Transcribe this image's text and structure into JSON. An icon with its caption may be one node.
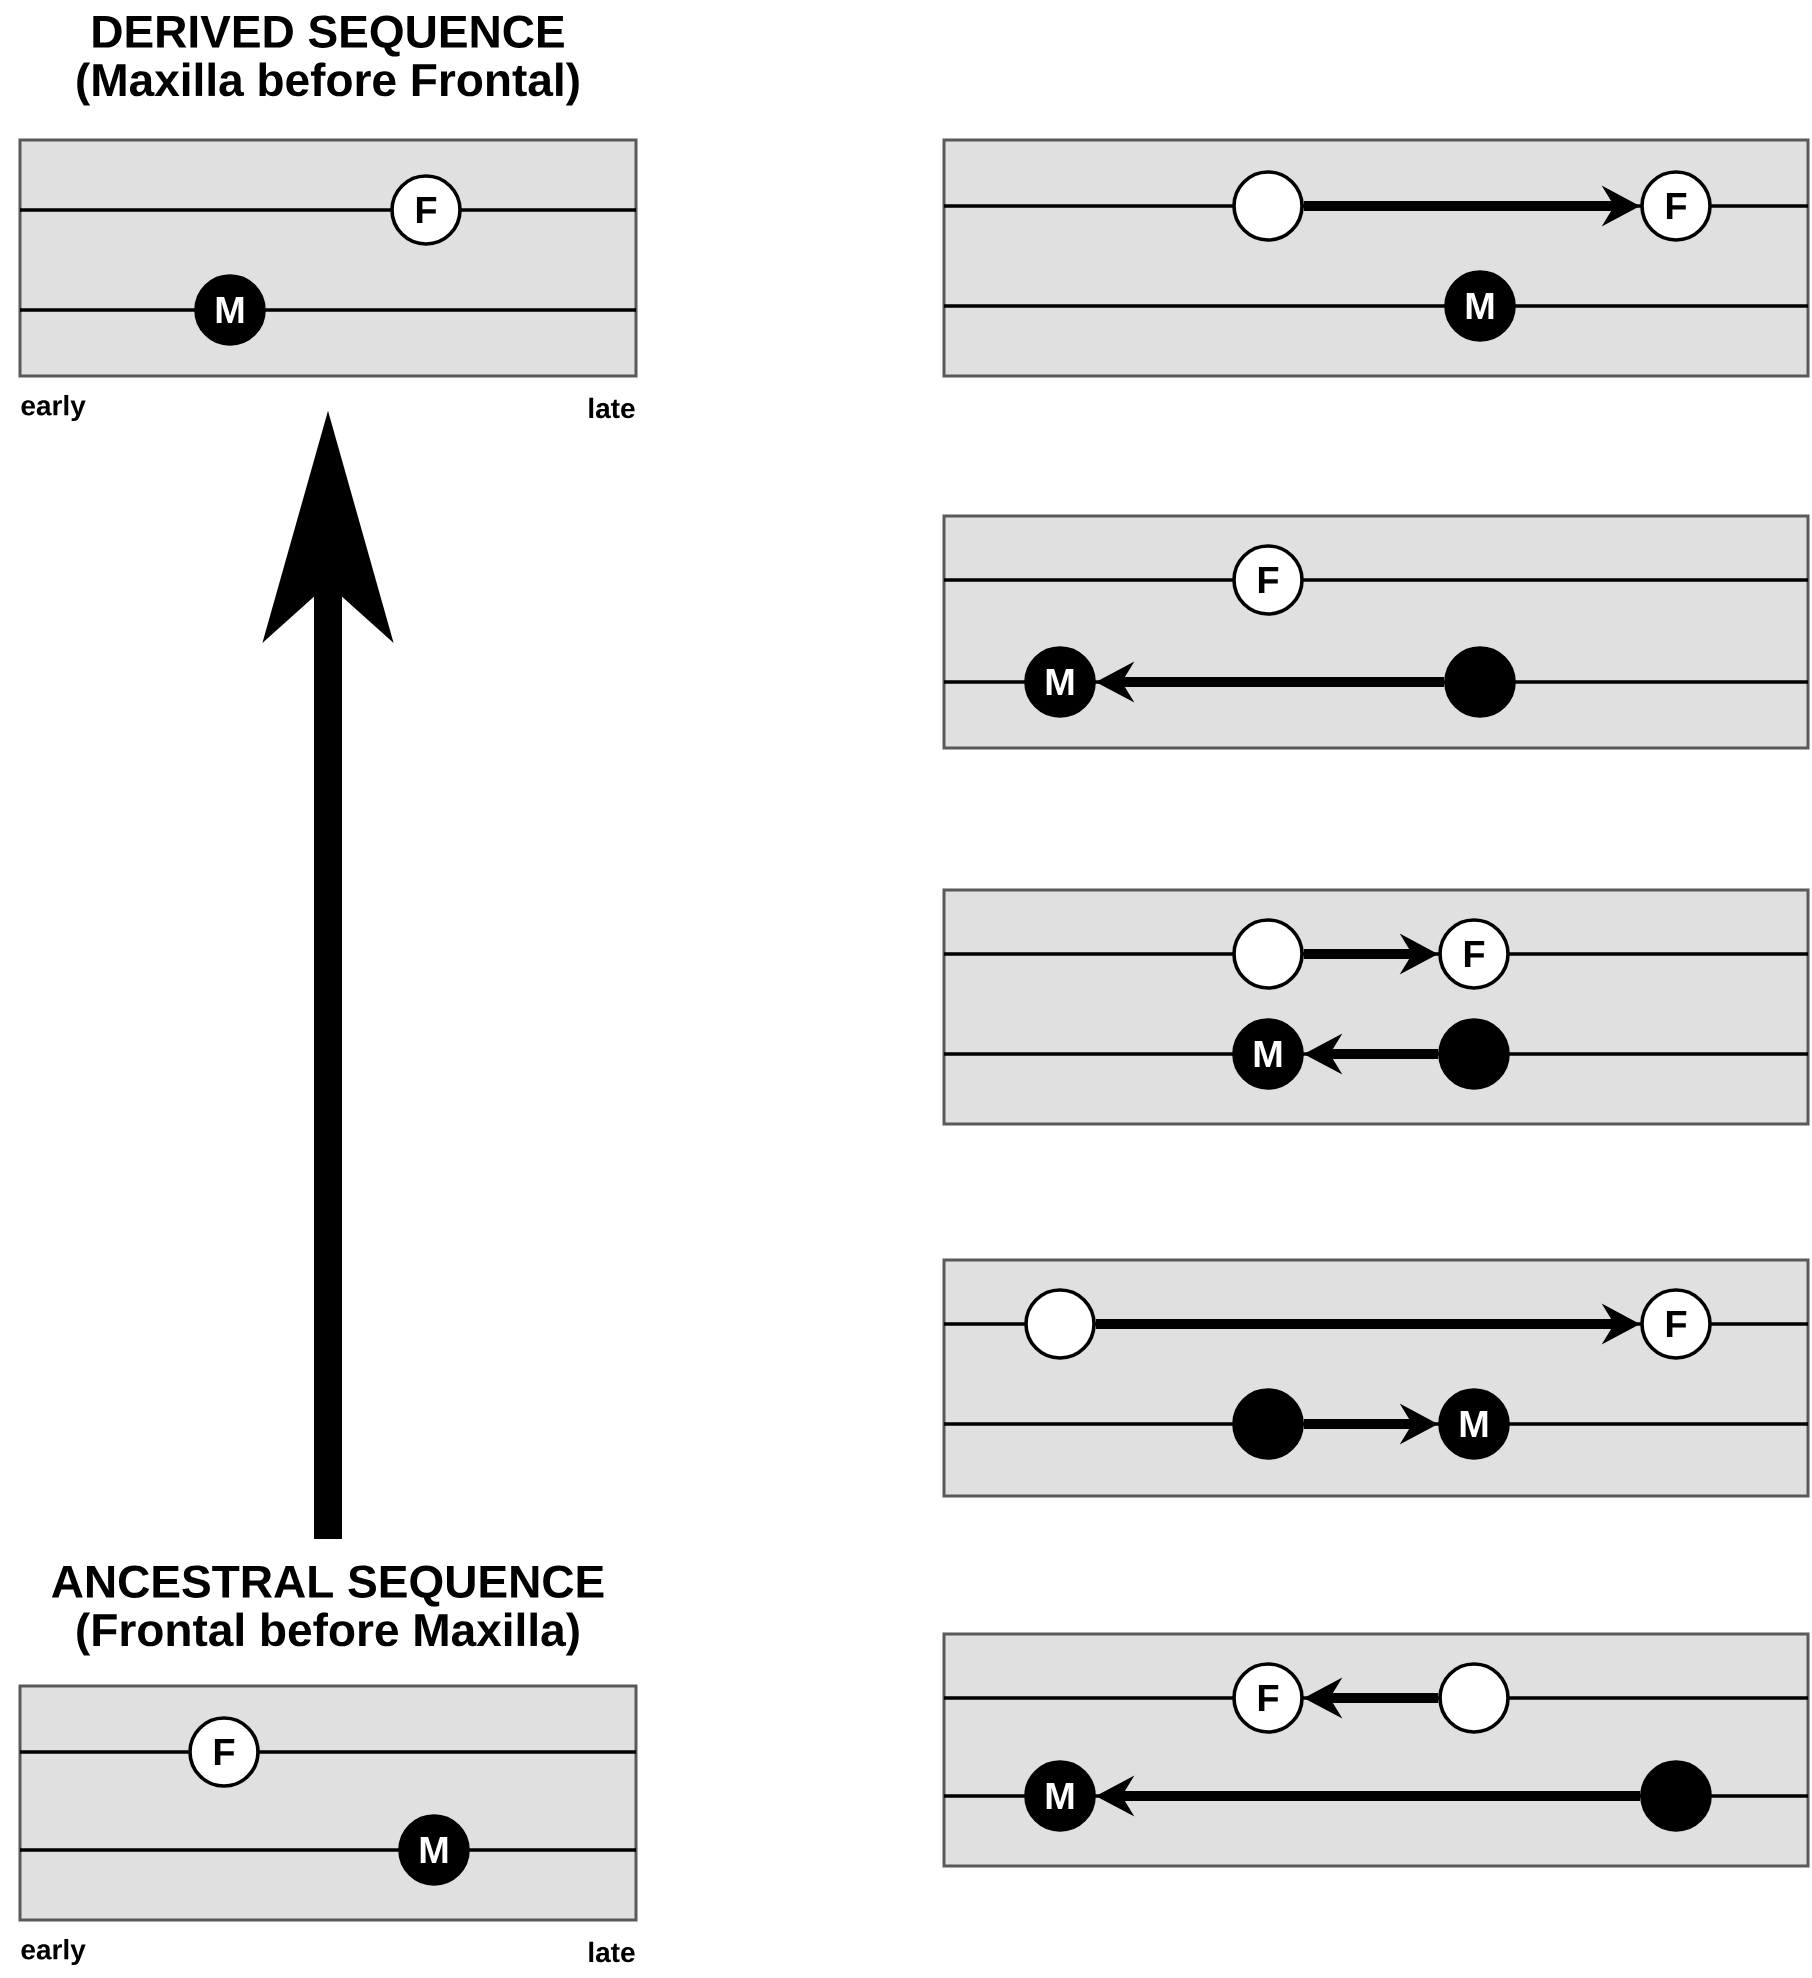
{
  "diagram": {
    "nodes": [
      {
        "text": [
          "DERIVED SEQUENCE",
          "(Maxilla before Frontal)"
        ],
        "beside": [
          "early",
          "late"
        ]
      },
      {
        "text": [
          "F"
        ],
        "in": 0
      },
      {
        "text": [
          "M"
        ],
        "in": 0
      },
      {
        "text": [
          "ANCESTRAL SEQUENCE",
          "(Frontal before Maxilla)"
        ],
        "beside": [
          "early",
          "late"
        ]
      },
      {
        "text": [
          "F"
        ],
        "in": 3
      },
      {
        "text": [
          "M"
        ],
        "in": 3
      },
      {
        "text": [],
        "shape": "box"
      },
      {
        "text": [],
        "shape": "circle",
        "in": 6
      },
      {
        "text": [
          "F"
        ],
        "in": 6
      },
      {
        "text": [
          "M"
        ],
        "in": 6
      },
      {
        "text": [],
        "shape": "box"
      },
      {
        "text": [
          "F"
        ],
        "in": 10
      },
      {
        "text": [
          "M"
        ],
        "in": 10
      },
      {
        "text": [],
        "shape": "circle",
        "in": 10
      },
      {
        "text": [],
        "shape": "box"
      },
      {
        "text": [],
        "shape": "circle",
        "in": 14
      },
      {
        "text": [
          "F"
        ],
        "in": 14
      },
      {
        "text": [
          "M"
        ],
        "in": 14
      },
      {
        "text": [],
        "shape": "circle",
        "in": 14
      },
      {
        "text": [],
        "shape": "box"
      },
      {
        "text": [],
        "shape": "circle",
        "in": 19
      },
      {
        "text": [
          "F"
        ],
        "in": 19
      },
      {
        "text": [],
        "shape": "circle",
        "in": 19
      },
      {
        "text": [
          "M"
        ],
        "in": 19
      },
      {
        "text": [],
        "shape": "box"
      },
      {
        "text": [
          "F"
        ],
        "in": 24
      },
      {
        "text": [],
        "shape": "circle",
        "in": 24
      },
      {
        "text": [
          "M"
        ],
        "in": 24
      },
      {
        "text": [],
        "shape": "circle",
        "in": 24
      }
    ],
    "edges": [
      {
        "from": 3,
        "to": 0,
        "arrow": "to",
        "style": "thick"
      },
      {
        "from": 7,
        "to": 8,
        "arrow": "to"
      },
      {
        "from": 13,
        "to": 12,
        "arrow": "to"
      },
      {
        "from": 15,
        "to": 16,
        "arrow": "to"
      },
      {
        "from": 18,
        "to": 17,
        "arrow": "to"
      },
      {
        "from": 20,
        "to": 21,
        "arrow": "to"
      },
      {
        "from": 22,
        "to": 23,
        "arrow": "to"
      },
      {
        "from": 26,
        "to": 25,
        "arrow": "to"
      },
      {
        "from": 28,
        "to": 27,
        "arrow": "to"
      }
    ]
  }
}
